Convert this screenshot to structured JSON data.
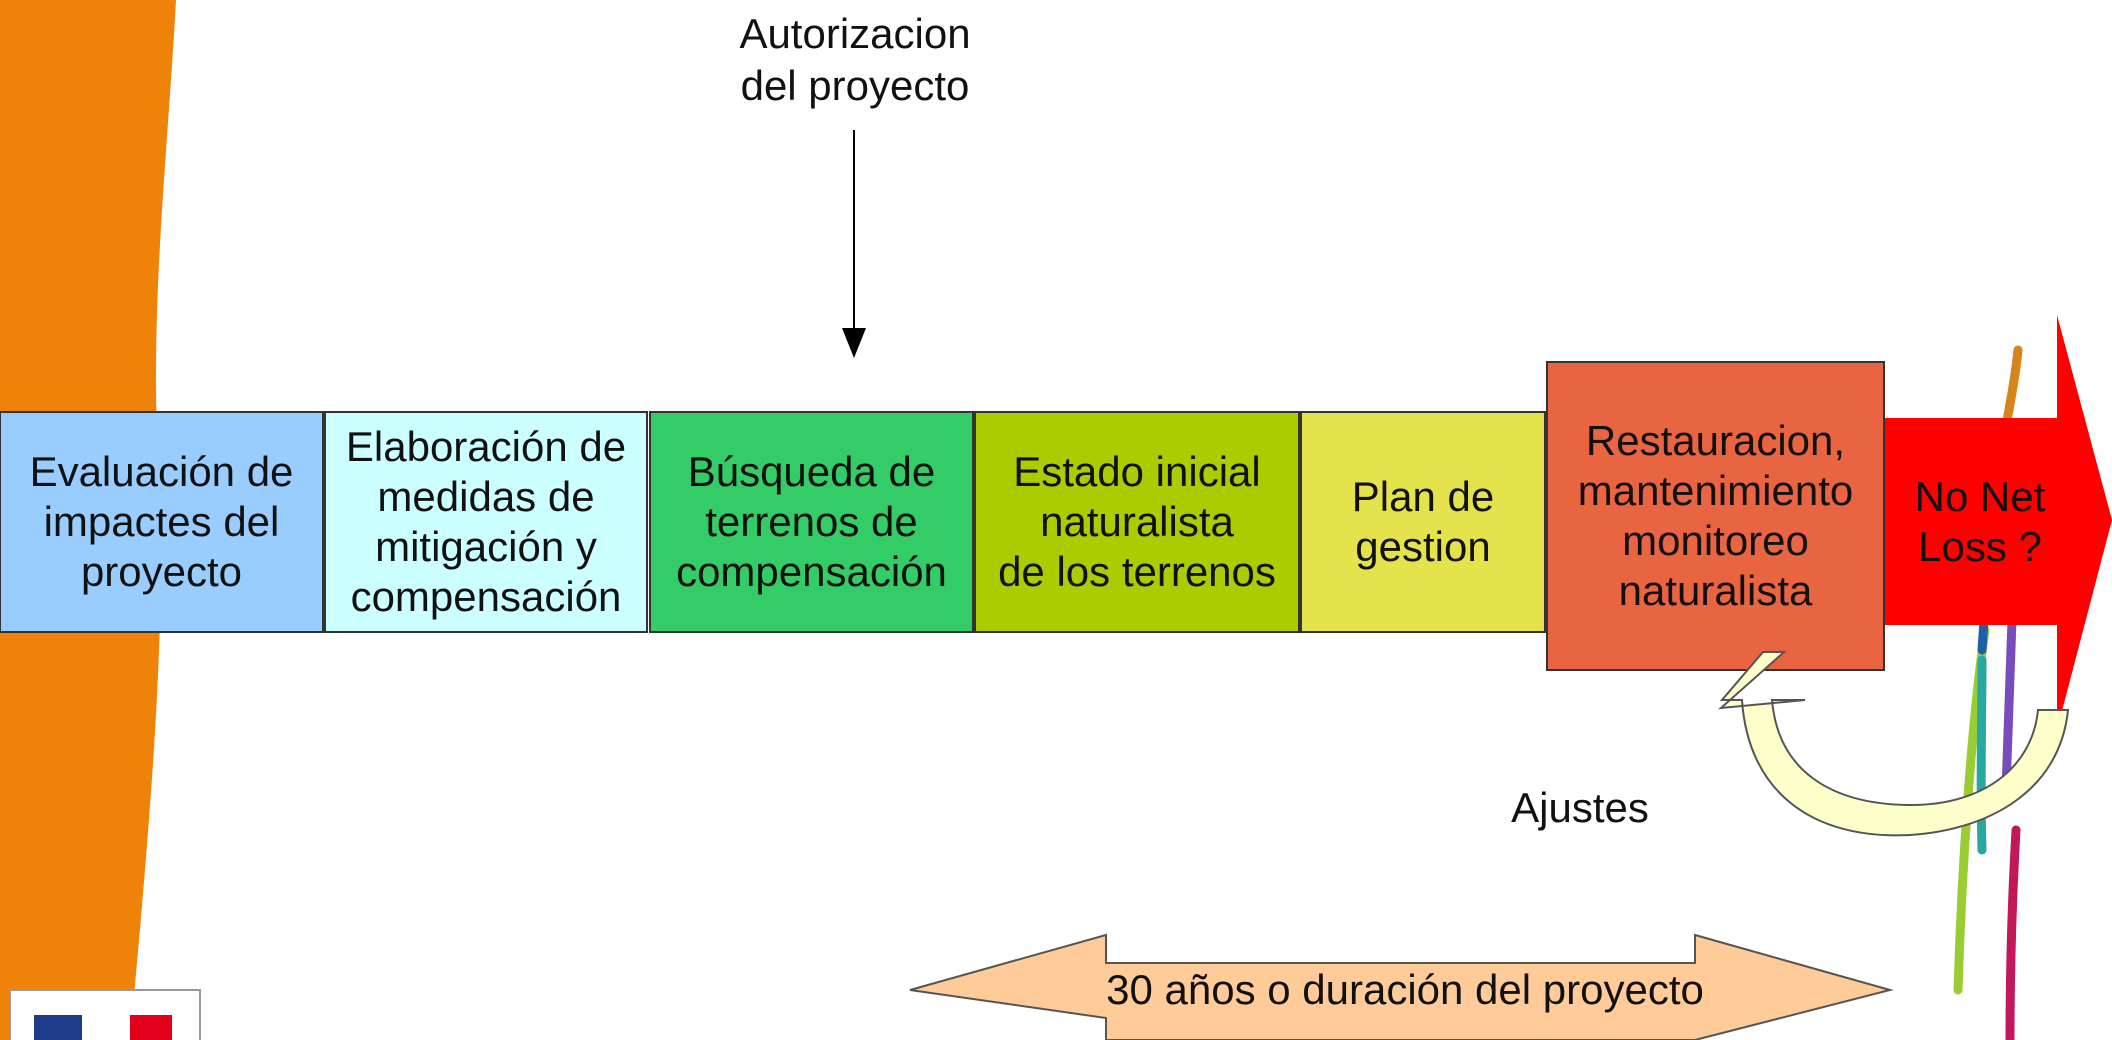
{
  "colors": {
    "orange_band": "#ef8208",
    "step_1": "#99ccff",
    "step_2": "#ccffff",
    "step_3": "#33cc66",
    "step_4": "#aacc00",
    "step_5": "#e5e34c",
    "step_6": "#e96440",
    "result_arrow": "#ff0000",
    "adjust_arrow": "#ffffcc",
    "duration_arrow": "#ffcc99",
    "box_border": "#333333"
  },
  "authorization": {
    "label": "Autorizacion\ndel proyecto"
  },
  "steps": [
    {
      "label": "Evaluación de\nimpactes del\nproyecto"
    },
    {
      "label": "Elaboración de\nmedidas de\nmitigación y\ncompensación"
    },
    {
      "label": "Búsqueda de\nterrenos de\ncompensación"
    },
    {
      "label": "Estado inicial\nnaturalista\nde los terrenos"
    },
    {
      "label": "Plan de\ngestion"
    },
    {
      "label": "Restauracion,\nmantenimiento\nmonitoreo\nnaturalista"
    }
  ],
  "result": {
    "label": "No Net\nLoss ?"
  },
  "adjust": {
    "label": "Ajustes"
  },
  "duration": {
    "label": "30 años o duración del proyecto"
  }
}
